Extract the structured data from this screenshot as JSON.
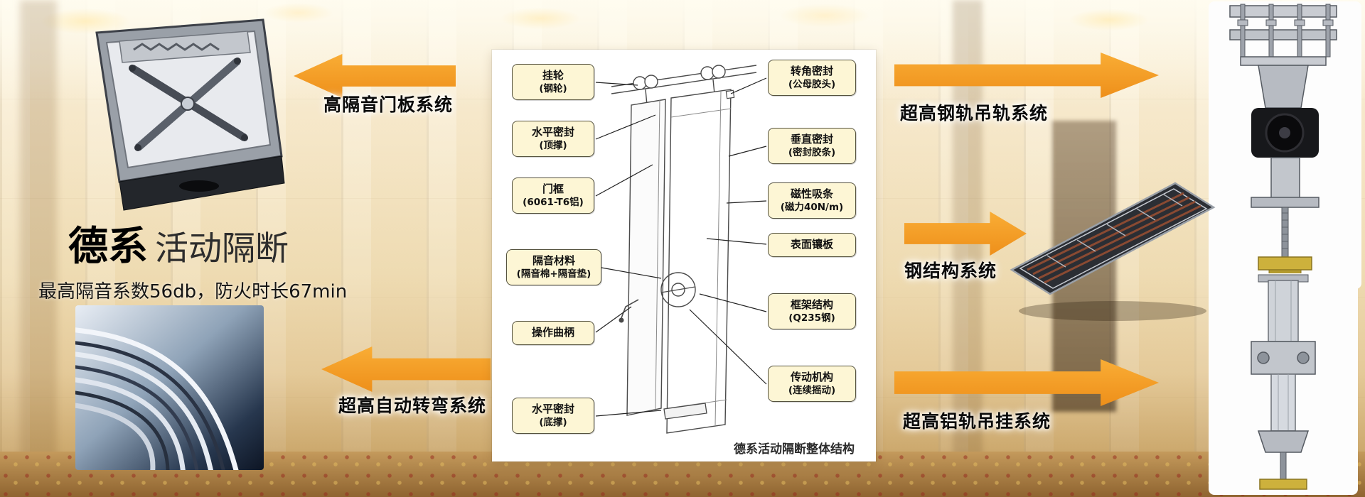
{
  "brand": {
    "title_bold": "德系",
    "title_light": "活动隔断",
    "subtitle": "最高隔音系数56db，防火时长67min"
  },
  "feature_labels": {
    "door_panel": "高隔音门板系统",
    "auto_turn": "超高自动转弯系统",
    "steel_rail_track": "超高钢轨吊轨系统",
    "steel_structure": "钢结构系统",
    "alu_rail_hanging": "超高铝轨吊挂系统"
  },
  "diagram": {
    "caption": "德系活动隔断整体结构",
    "callouts_left": [
      {
        "line1": "挂轮",
        "line2": "(钢轮)"
      },
      {
        "line1": "水平密封",
        "line2": "(顶撑)"
      },
      {
        "line1": "门框",
        "line2": "(6061-T6铝)"
      },
      {
        "line1": "隔音材料",
        "line2": "(隔音棉+隔音垫)"
      },
      {
        "line1": "操作曲柄",
        "line2": ""
      },
      {
        "line1": "水平密封",
        "line2": "(底撑)"
      }
    ],
    "callouts_right": [
      {
        "line1": "转角密封",
        "line2": "(公母胶头)"
      },
      {
        "line1": "垂直密封",
        "line2": "(密封胶条)"
      },
      {
        "line1": "磁性吸条",
        "line2": "(磁力40N/m)"
      },
      {
        "line1": "表面镶板",
        "line2": ""
      },
      {
        "line1": "框架结构",
        "line2": "(Q235钢)"
      },
      {
        "line1": "传动机构",
        "line2": "(连续摇动)"
      }
    ]
  },
  "colors": {
    "arrow_orange": "#f59b20",
    "callout_bg": "#fdf6d5",
    "callout_border": "#55523e",
    "carpet_gold": "#c49a5c"
  }
}
